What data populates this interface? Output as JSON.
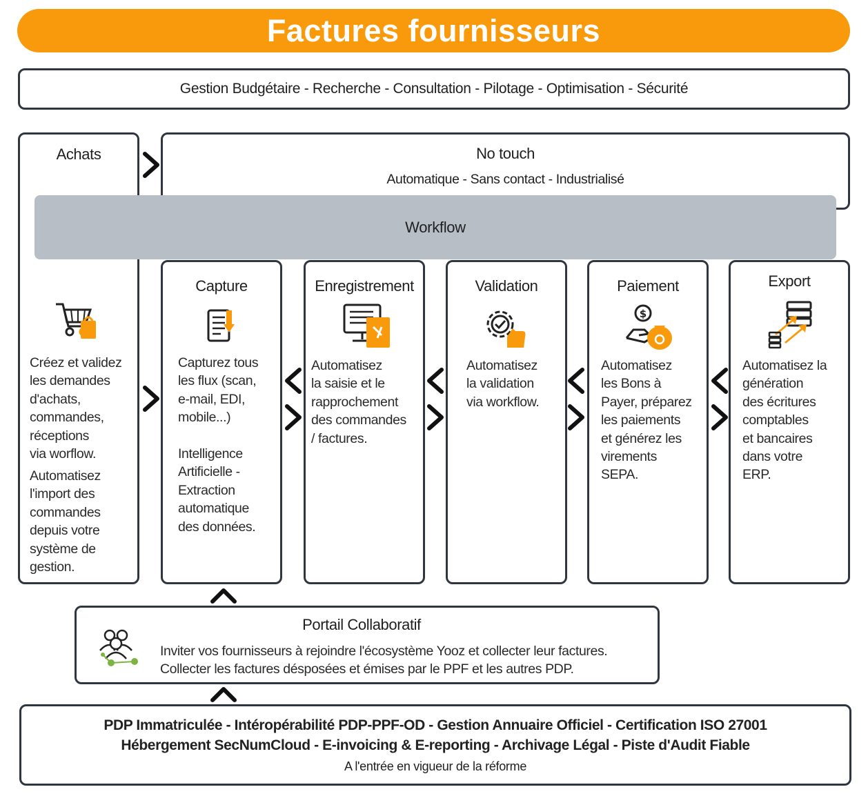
{
  "title": "Factures fournisseurs",
  "features": "Gestion Budgétaire - Recherche - Consultation - Pilotage - Optimisation - Sécurité",
  "achats": {
    "title": "Achats",
    "desc1": "Créez et validez\nles demandes\nd'achats,\ncommandes,\nréceptions\nvia worflow.",
    "desc2": "Automatisez\nl'import des\ncommandes\ndepuis votre\nsystème de\ngestion."
  },
  "no_touch": {
    "title": "No touch",
    "subtitle": "Automatique - Sans contact -  Industrialisé"
  },
  "workflow": "Workflow",
  "steps": [
    {
      "title": "Capture",
      "desc": "Capturez tous\nles flux (scan,\ne-mail, EDI,\nmobile...)\n\nIntelligence\nArtificielle -\nExtraction\nautomatique\ndes données."
    },
    {
      "title": "Enregistrement",
      "desc": "Automatisez\nla saisie et le\nrapprochement\ndes commandes\n/ factures."
    },
    {
      "title": "Validation",
      "desc": "Automatisez\nla validation\nvia workflow."
    },
    {
      "title": "Paiement",
      "desc": "Automatisez\nles Bons à\nPayer, préparez\nles paiements\net générez les\nvirements\nSEPA."
    },
    {
      "title": "Export",
      "desc": "Automatisez la\ngénération\ndes écritures\ncomptables\net bancaires\ndans votre\nERP."
    }
  ],
  "portal": {
    "title": "Portail Collaboratif",
    "line1": "Inviter vos fournisseurs à rejoindre l'écosystème Yooz et collecter leur factures.",
    "line2": "Collecter les factures désposées et émises par le PPF et les autres PDP."
  },
  "bottom": {
    "line1": "PDP Immatriculée - Intéropérabilité PDP-PPF-OD - Gestion Annuaire Officiel - Certification ISO 27001",
    "line2": "Hébergement SecNumCloud - E-invoicing & E-reporting - Archivage Légal - Piste d'Audit Fiable",
    "line3": "A l'entrée en vigueur de la réforme"
  },
  "colors": {
    "accent": "#f89a0c",
    "border": "#2f3640",
    "workflow_band": "#b8bec6",
    "green": "#7cb342"
  },
  "icons": [
    "shopping-cart-icon",
    "document-scan-icon",
    "monitor-icon",
    "gear-check-icon",
    "money-hand-icon",
    "database-export-icon",
    "people-network-icon",
    "chevron-right-icon",
    "chevron-left-icon",
    "chevron-up-icon"
  ]
}
